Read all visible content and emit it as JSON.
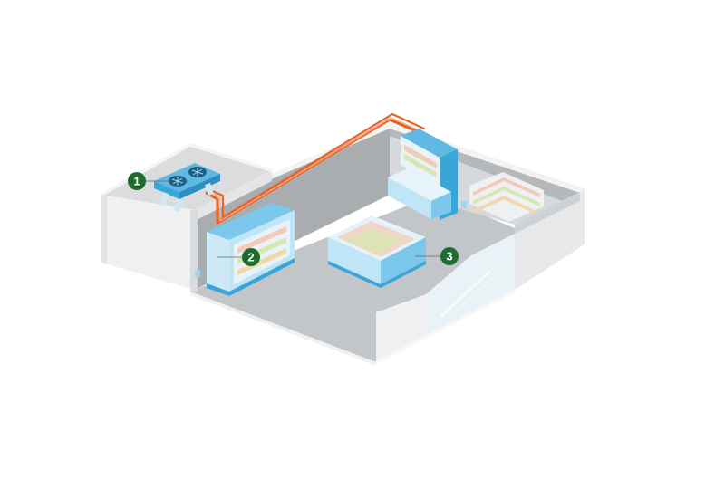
{
  "diagram": {
    "callouts": [
      {
        "number": "1",
        "icon": "condenser-unit-icon"
      },
      {
        "number": "2",
        "icon": "wall-display-cabinet-icon"
      },
      {
        "number": "3",
        "icon": "chest-display-freezer-icon"
      }
    ],
    "colors": {
      "background": "#ffffff",
      "floor": "#c2c6c8",
      "wall_outer": "#e8e9ea",
      "wall_top": "#f3f3f4",
      "wall_inner": "#a9adaf",
      "roof": "#dbdcdd",
      "pipe": "#e8642a",
      "pipe_highlight": "#f6b07d",
      "cabinet": "#bfe5f6",
      "cabinet_dark": "#3aa6d8",
      "cabinet_mid": "#7cc8ec",
      "glass": "#e6f4fa",
      "callout": "#1e6d2f",
      "callout_text": "#ffffff"
    }
  }
}
